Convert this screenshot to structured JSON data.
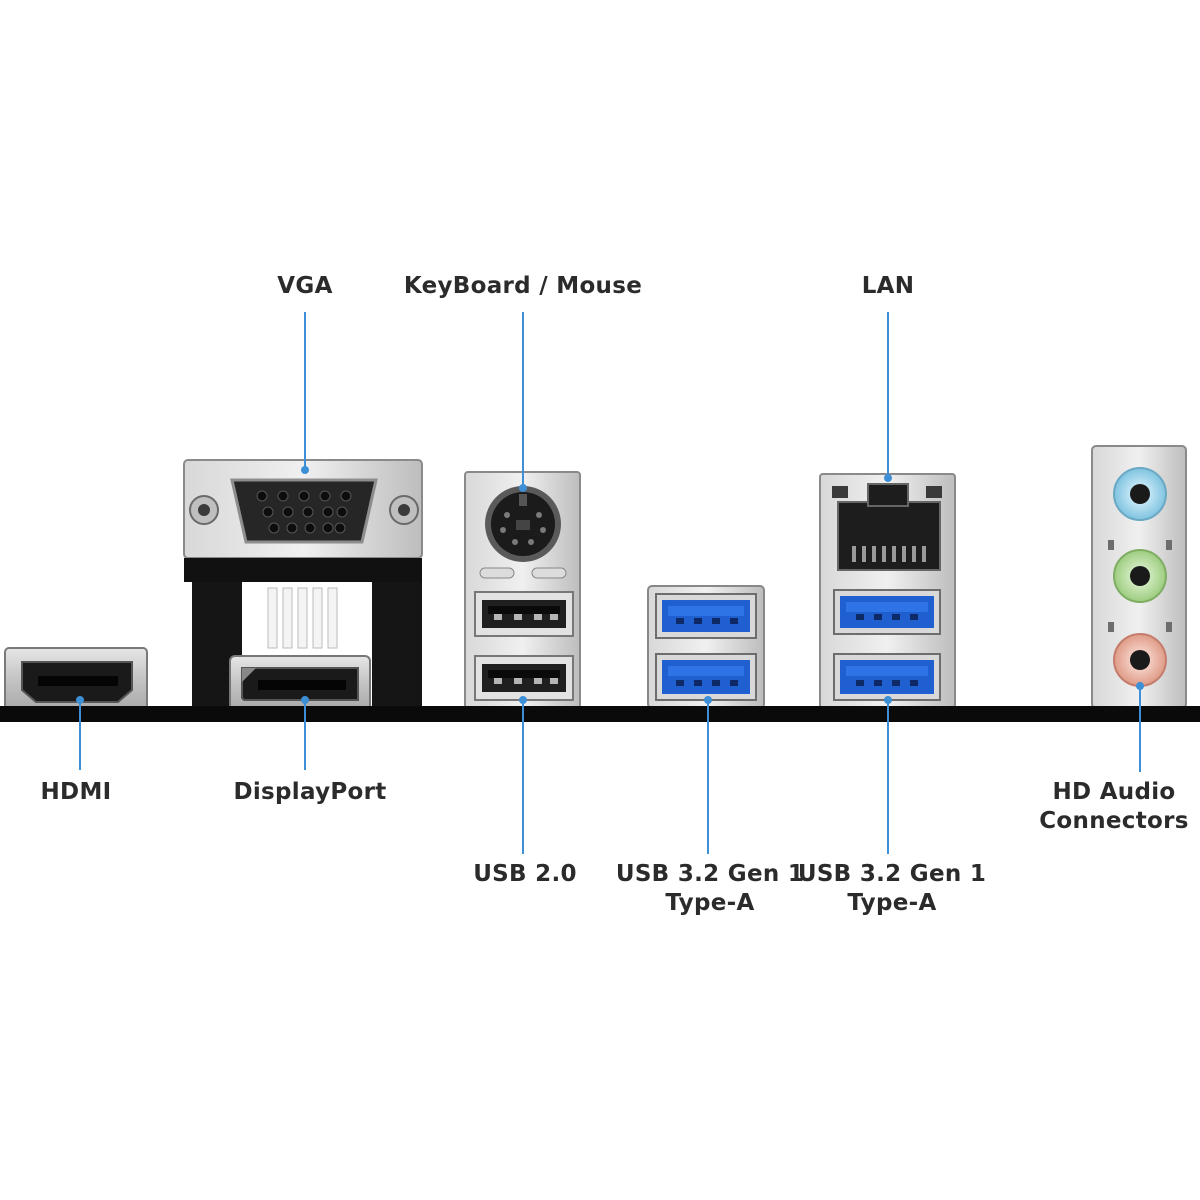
{
  "labels": {
    "vga": "VGA",
    "keyboard_mouse": "KeyBoard / Mouse",
    "lan": "LAN",
    "hdmi": "HDMI",
    "displayport": "DisplayPort",
    "usb2": "USB 2.0",
    "usb32_a_line1": "USB 3.2 Gen 1",
    "usb32_a_line2": "Type-A",
    "usb32_b_line1": "USB 3.2 Gen 1",
    "usb32_b_line2": "Type-A",
    "audio_line1": "HD Audio",
    "audio_line2": "Connectors"
  },
  "colors": {
    "callout_line": "#3d8fd6",
    "usb3_blue": "#1f5fd0",
    "audio_line_in": "#8ccfe8",
    "audio_line_out": "#a6d48a",
    "audio_mic": "#e7a593",
    "io_shield": "#0a0a0a",
    "metal": "#c8c8c8"
  }
}
